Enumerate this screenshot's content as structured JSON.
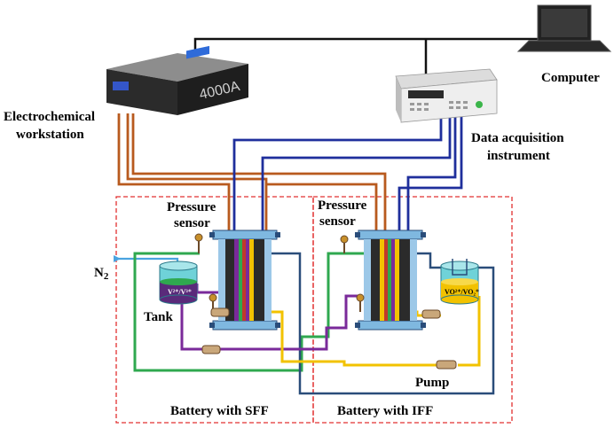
{
  "labels": {
    "computer": "Computer",
    "electrochemical_line1": "Electrochemical",
    "electrochemical_line2": "workstation",
    "daq_line1": "Data acquisition",
    "daq_line2": "instrument",
    "pressure_sensor_left_line1": "Pressure",
    "pressure_sensor_left_line2": "sensor",
    "pressure_sensor_right_line1": "Pressure",
    "pressure_sensor_right_line2": "sensor",
    "nitrogen": "N",
    "nitrogen_sub": "2",
    "tank": "Tank",
    "pump": "Pump",
    "battery_sff": "Battery with SFF",
    "battery_iff": "Battery with IFF",
    "tank_left_electrolyte": "V²⁺/V³⁺",
    "tank_right_electrolyte": "VO²⁺/VO₂⁺",
    "workstation_display": "4000A"
  },
  "colors": {
    "cable_orange": "#b85a1e",
    "cable_blue": "#1f2f9c",
    "cable_black": "#111111",
    "tube_green": "#2fa84f",
    "tube_purple": "#7a2a9a",
    "tube_yellow": "#f2c200",
    "tube_navy": "#2a4d7a",
    "tube_lightblue": "#4aa3e0",
    "dashed_red": "#e23030"
  }
}
